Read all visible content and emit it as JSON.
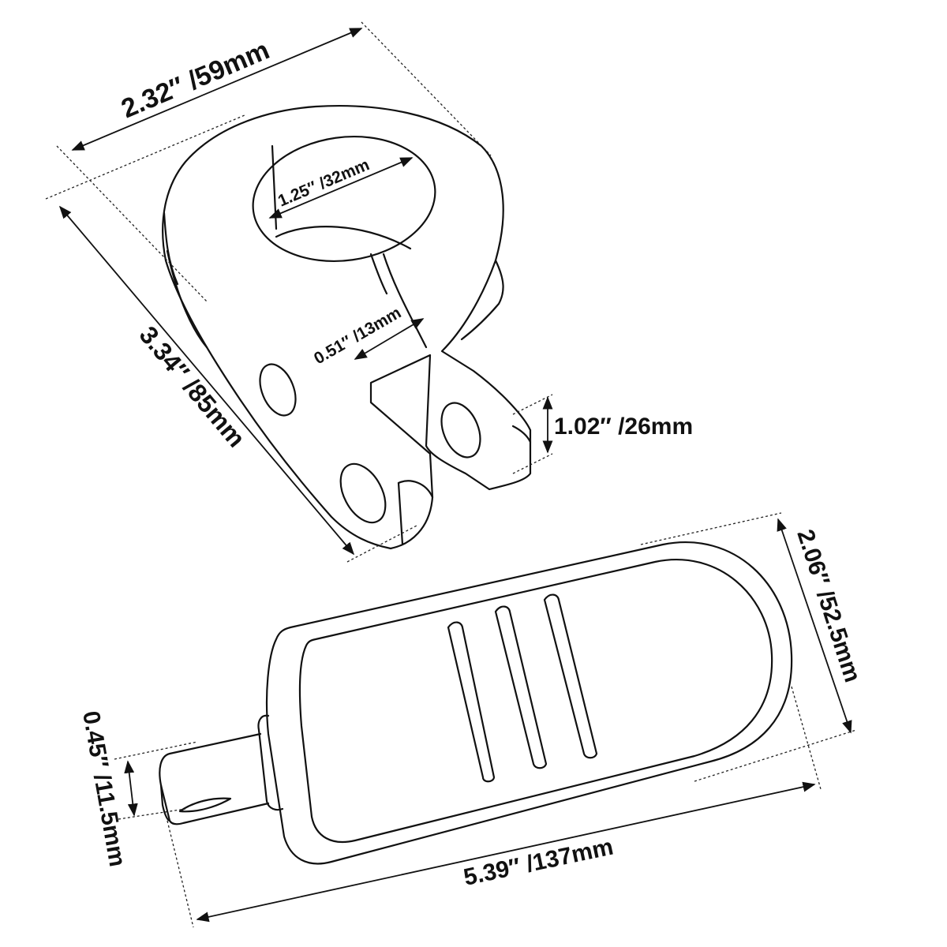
{
  "dimensions": {
    "clamp_width": "2.32″ /59mm",
    "clamp_bore": "1.25″ /32mm",
    "clamp_length": "3.34″ /85mm",
    "slot_width": "0.51″ /13mm",
    "clamp_thickness": "1.02″ /26mm",
    "peg_width": "2.06″ /52.5mm",
    "tab_thickness": "0.45″ /11.5mm",
    "peg_length": "5.39″ /137mm"
  },
  "colors": {
    "stroke": "#111111",
    "background": "#ffffff"
  }
}
